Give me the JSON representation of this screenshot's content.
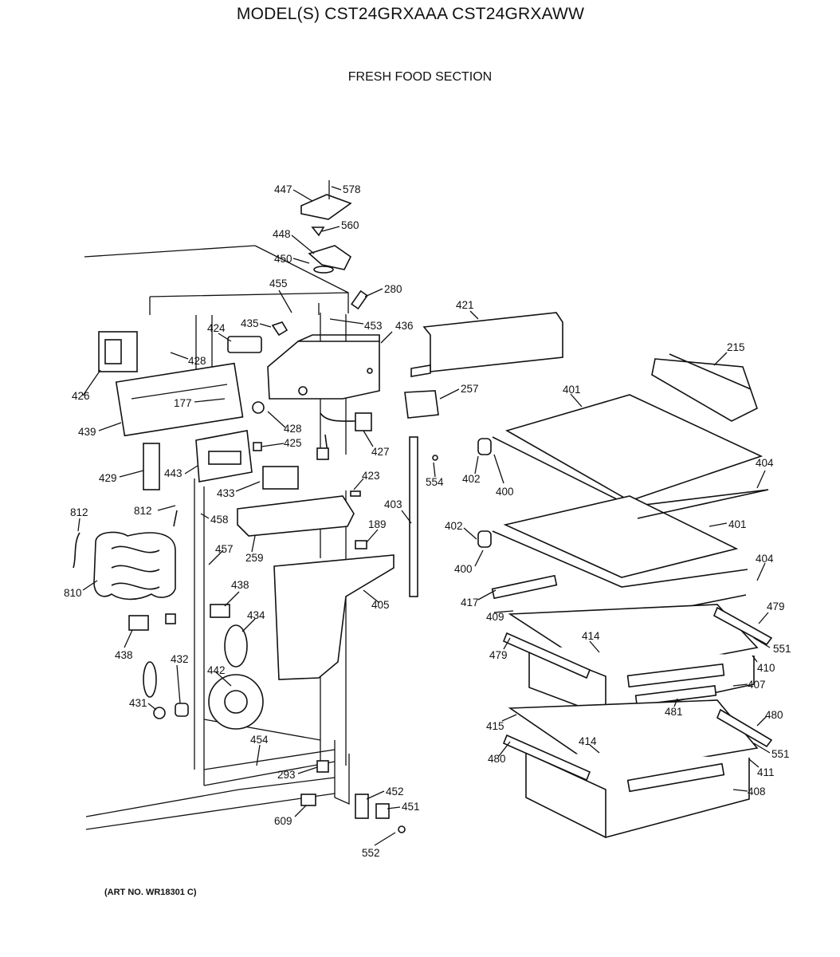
{
  "title": "MODEL(S) CST24GRXAAA  CST24GRXAWW",
  "subtitle": "FRESH FOOD SECTION",
  "art_number": "(ART NO. WR18301 C)",
  "callouts": {
    "c447": "447",
    "c578": "578",
    "c560": "560",
    "c448": "448",
    "c450": "450",
    "c455": "455",
    "c280": "280",
    "c421": "421",
    "c435": "435",
    "c453": "453",
    "c436": "436",
    "c424": "424",
    "c428a": "428",
    "c215": "215",
    "c426": "426",
    "c257": "257",
    "c401a": "401",
    "c177": "177",
    "c428b": "428",
    "c439": "439",
    "c425": "425",
    "c427": "427",
    "c429": "429",
    "c443": "443",
    "c423": "423",
    "c554": "554",
    "c402a": "402",
    "c404a": "404",
    "c433": "433",
    "c400a": "400",
    "c403": "403",
    "c812a": "812",
    "c812b": "812",
    "c458": "458",
    "c189": "189",
    "c402b": "402",
    "c401b": "401",
    "c457": "457",
    "c259": "259",
    "c404b": "404",
    "c400b": "400",
    "c810": "810",
    "c438a": "438",
    "c405": "405",
    "c417": "417",
    "c479a": "479",
    "c434": "434",
    "c409": "409",
    "c438b": "438",
    "c414a": "414",
    "c551a": "551",
    "c479b": "479",
    "c432": "432",
    "c410": "410",
    "c442": "442",
    "c407": "407",
    "c431": "431",
    "c481": "481",
    "c480a": "480",
    "c415": "415",
    "c454": "454",
    "c414b": "414",
    "c551b": "551",
    "c480b": "480",
    "c293": "293",
    "c411": "411",
    "c452": "452",
    "c408": "408",
    "c451": "451",
    "c609": "609",
    "c552": "552"
  }
}
